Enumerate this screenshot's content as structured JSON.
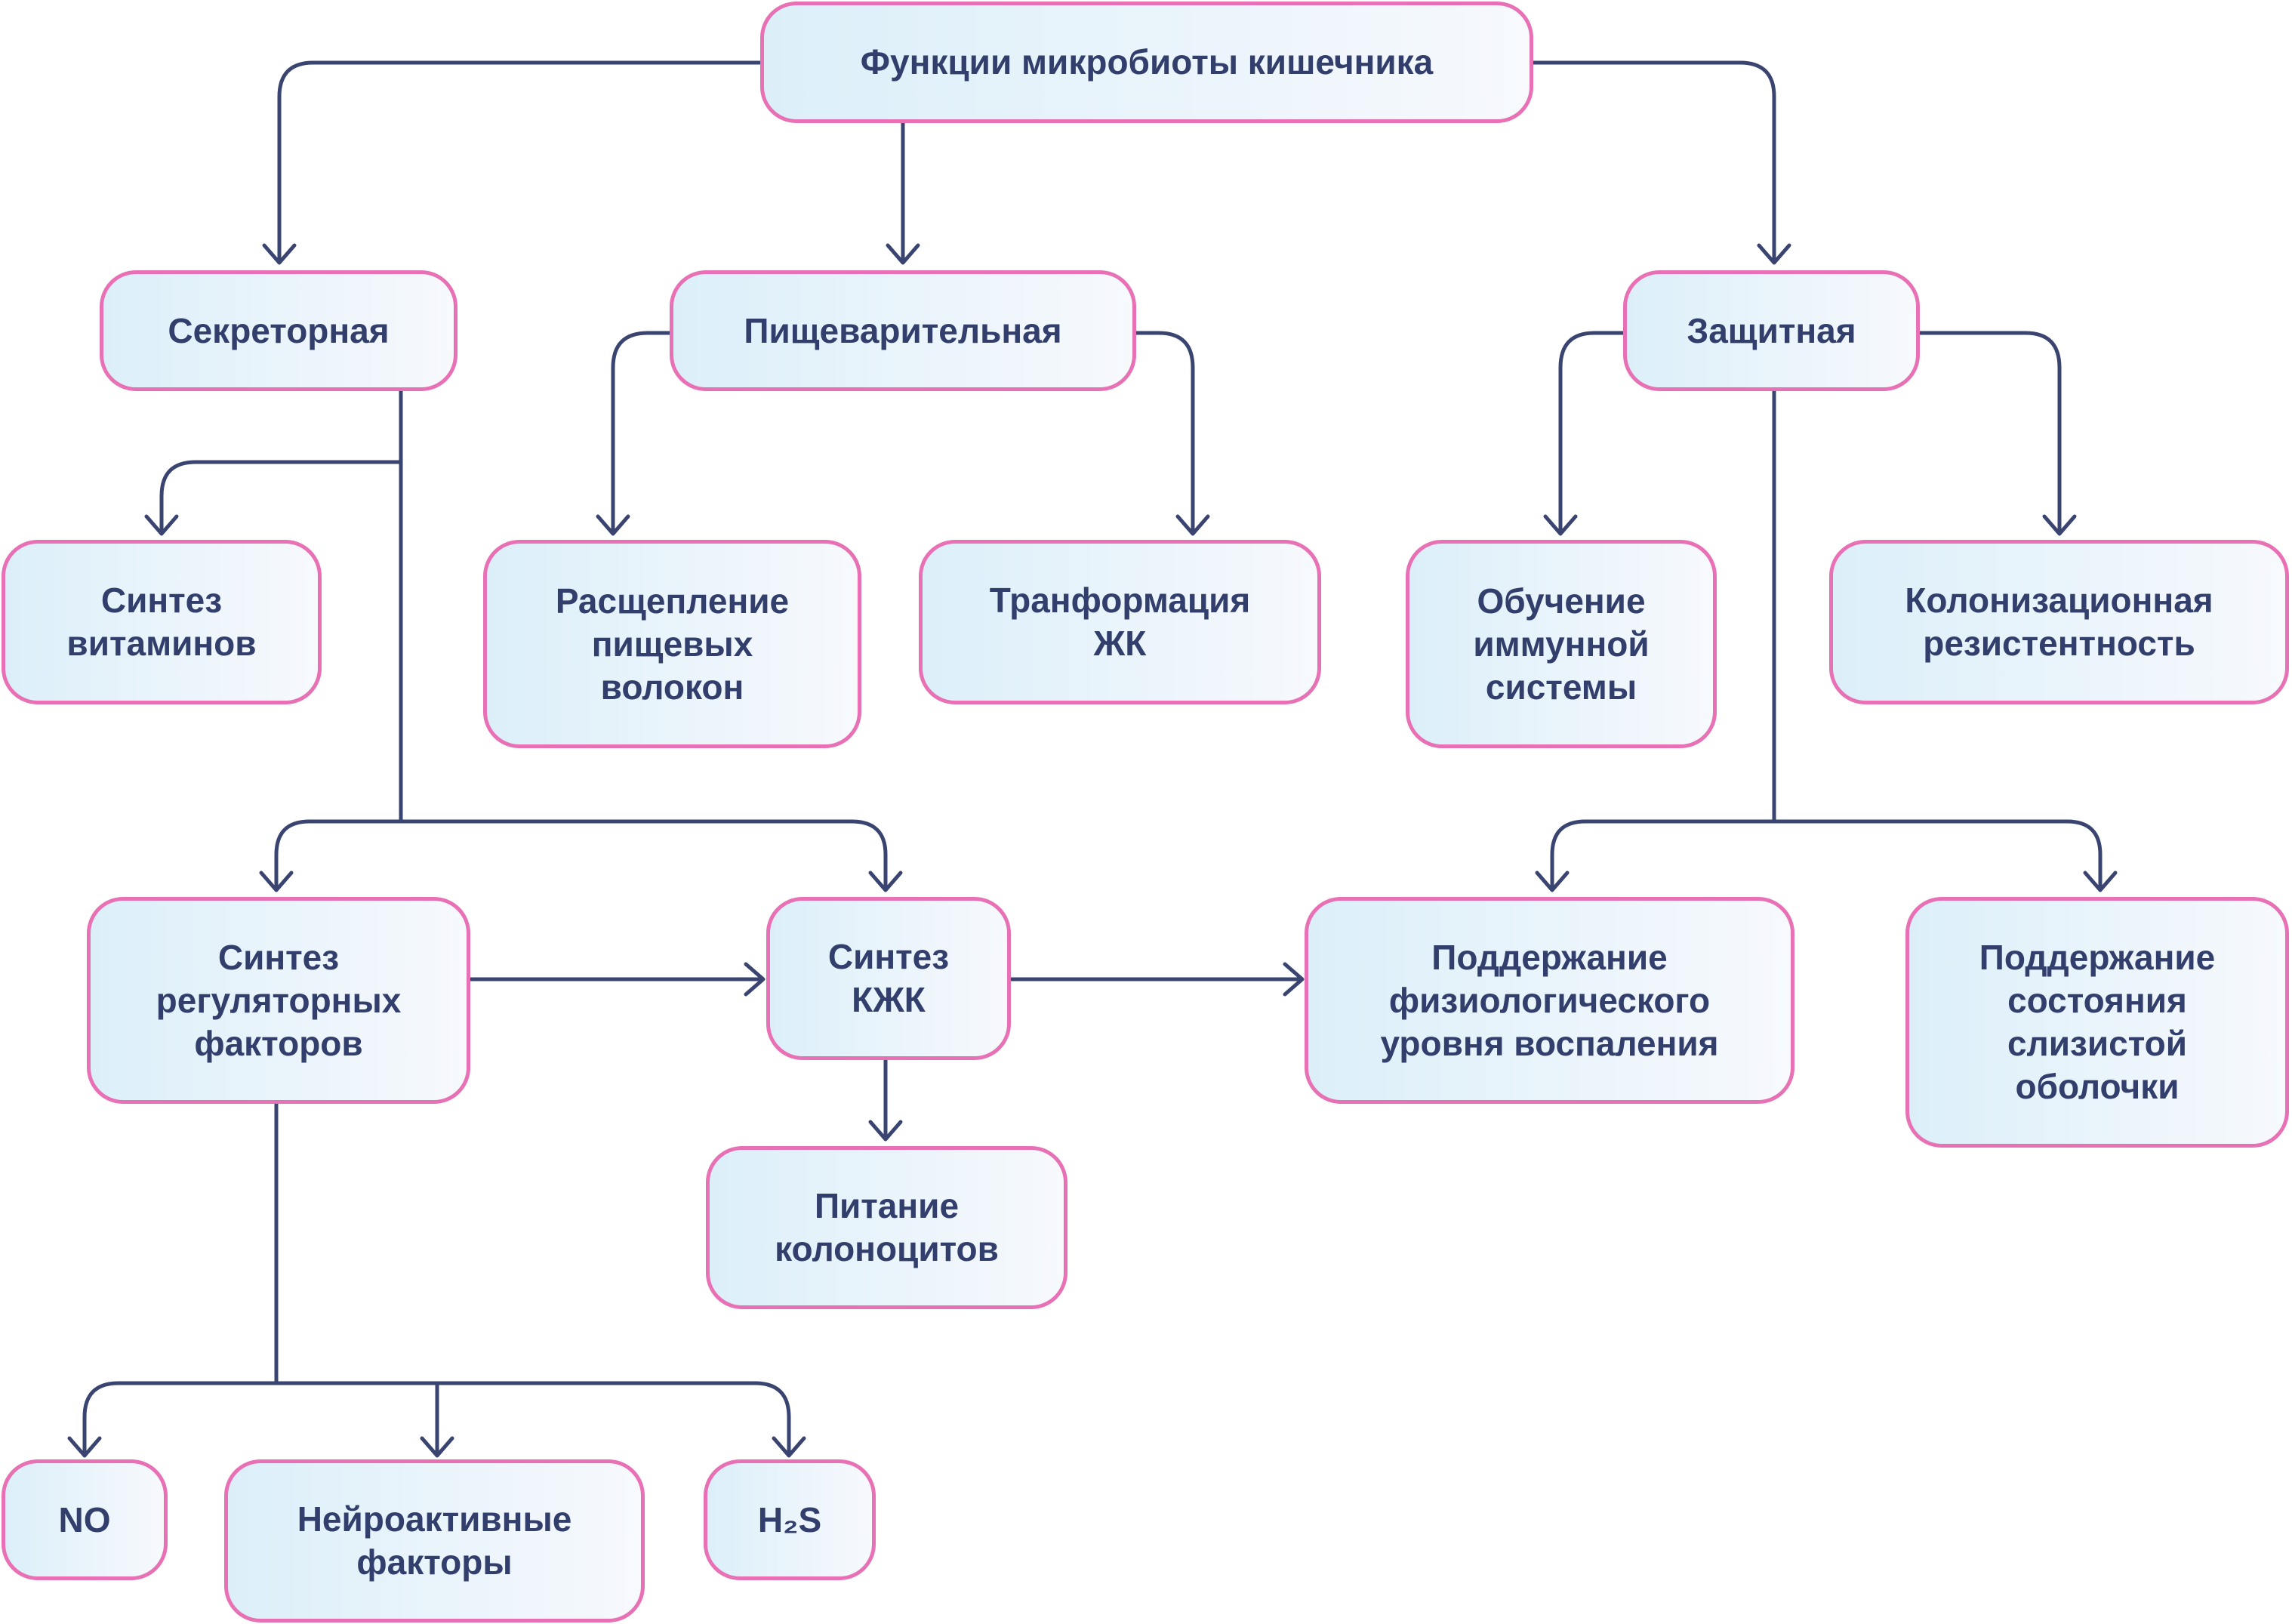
{
  "diagram": {
    "colors": {
      "node_border": "#e870b4",
      "node_fill_start": "#dceff9",
      "node_fill_end": "#f7f9fd",
      "text": "#323e6c",
      "connector": "#3a4470"
    },
    "nodes": {
      "root": "Функции микробиоты кишечника",
      "secretory": "Секреторная",
      "digestive": "Пищеварительная",
      "protective": "Защитная",
      "vitamin_synthesis": "Синтез\nвитаминов",
      "fiber_breakdown": "Расщепление\nпищевых\nволокон",
      "bile_acid_transformation": "Транформация\nЖК",
      "immune_training": "Обучение\nиммунной\nсистемы",
      "colonization_resistance": "Колонизационная\nрезистентность",
      "regulatory_factor_synthesis": "Синтез\nрегуляторных\nфакторов",
      "scfa_synthesis": "Синтез\nКЖК",
      "inflammation_level": "Поддержание\nфизиологического\nуровня воспаления",
      "mucosa_maintenance": "Поддержание\nсостояния\nслизистой\nоболочки",
      "colonocyte_nutrition": "Питание\nколоноцитов",
      "no": "NO",
      "neuroactive_factors": "Нейроактивные\nфакторы",
      "h2s": "H₂S"
    }
  }
}
